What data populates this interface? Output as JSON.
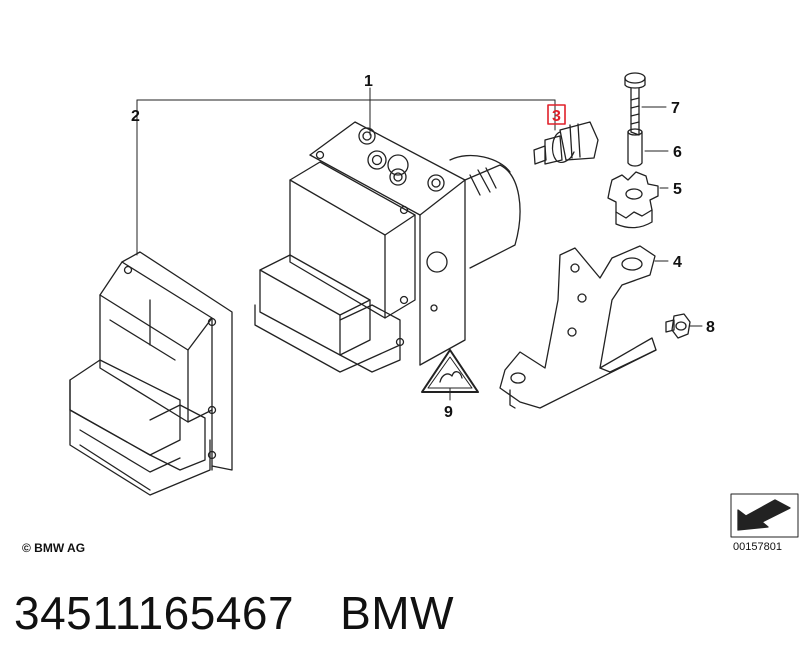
{
  "callouts": {
    "c1": "1",
    "c2": "2",
    "c3": "3",
    "c4": "4",
    "c5": "5",
    "c6": "6",
    "c7": "7",
    "c8": "8",
    "c9": "9"
  },
  "highlighted_callout": "3",
  "highlight_color": "#e0202a",
  "footer": {
    "copyright": "© BMW AG",
    "reference_number": "00157801"
  },
  "part": {
    "number": "34511165467",
    "brand": "BMW"
  }
}
